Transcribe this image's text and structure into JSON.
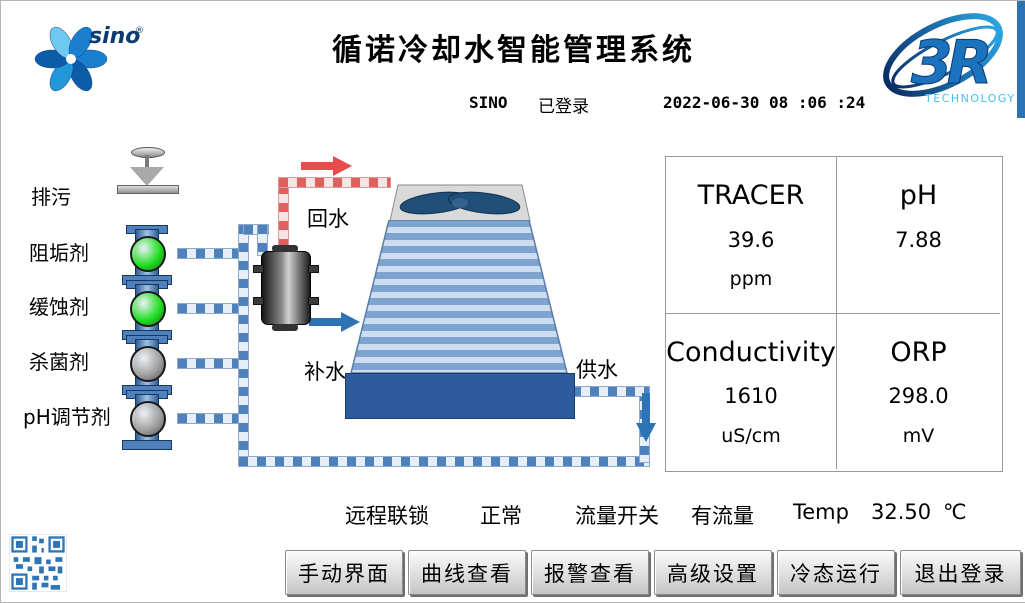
{
  "header": {
    "title": "循诺冷却水智能管理系统",
    "username": "SINO",
    "login_status": "已登录",
    "datetime": "2022-06-30 08 :06 :24",
    "sino_logo_text": "sino",
    "sino_logo_reg": "®",
    "r3_logo_text": "3R",
    "r3_logo_subtext": "TECHNOLOGY"
  },
  "dosing_lines": [
    {
      "label": "排污",
      "device": "valve",
      "state_color": ""
    },
    {
      "label": "阻垢剂",
      "device": "pump",
      "state_color": "#1edd1e"
    },
    {
      "label": "缓蚀剂",
      "device": "pump",
      "state_color": "#1edd1e"
    },
    {
      "label": "杀菌剂",
      "device": "pump",
      "state_color": "#9e9e9e"
    },
    {
      "label": "pH调节剂",
      "device": "pump",
      "state_color": "#9e9e9e"
    }
  ],
  "diagram": {
    "return_water_label": "回水",
    "makeup_water_label": "补水",
    "supply_water_label": "供水"
  },
  "measurements": [
    {
      "label": "TRACER",
      "value": "39.6",
      "unit": "ppm"
    },
    {
      "label": "pH",
      "value": "7.88",
      "unit": ""
    },
    {
      "label": "Conductivity",
      "value": "1610",
      "unit": "uS/cm"
    },
    {
      "label": "ORP",
      "value": "298.0",
      "unit": "mV"
    }
  ],
  "status_bar": {
    "interlock_label": "远程联锁",
    "interlock_value": "正常",
    "flow_label": "流量开关",
    "flow_value": "有流量",
    "temp_label": "Temp",
    "temp_value": "32.50",
    "temp_unit": "℃"
  },
  "nav_buttons": [
    {
      "label": "手动界面"
    },
    {
      "label": "曲线查看"
    },
    {
      "label": "报警查看"
    },
    {
      "label": "高级设置"
    },
    {
      "label": "冷态运行"
    },
    {
      "label": "退出登录"
    }
  ],
  "colors": {
    "pipe_blue": "#4f81bd",
    "pipe_red": "#e06060",
    "pump_on": "#1edd1e",
    "pump_off": "#9e9e9e",
    "accent_blue": "#2d74b5"
  }
}
